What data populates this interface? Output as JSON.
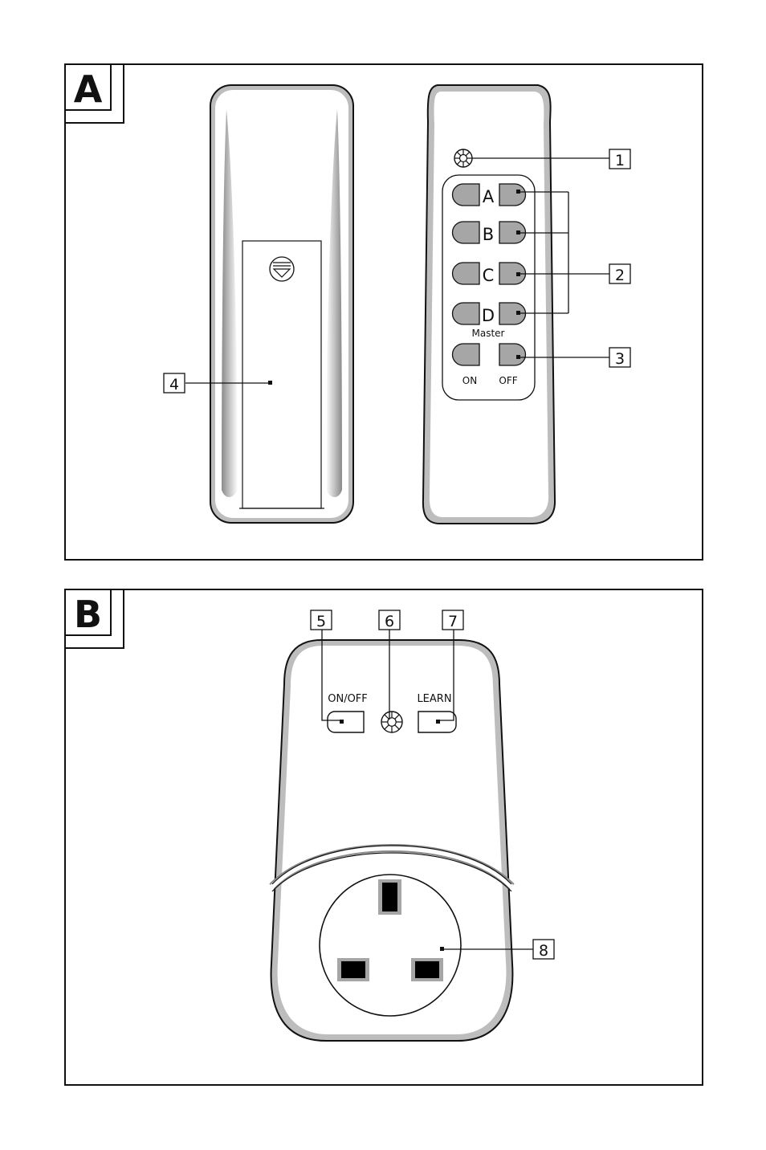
{
  "panels": {
    "a": {
      "letter": "A"
    },
    "b": {
      "letter": "B"
    }
  },
  "remote": {
    "channels": [
      "A",
      "B",
      "C",
      "D"
    ],
    "master_label": "Master",
    "on_label": "ON",
    "off_label": "OFF"
  },
  "socket": {
    "onoff_label": "ON/OFF",
    "learn_label": "LEARN"
  },
  "callouts": [
    "1",
    "2",
    "3",
    "4",
    "5",
    "6",
    "7",
    "8"
  ],
  "colors": {
    "outline": "#111111",
    "button_grey": "#a6a6a6",
    "housing_grey": "#bdbdbd",
    "plug_pin": "#000000"
  }
}
